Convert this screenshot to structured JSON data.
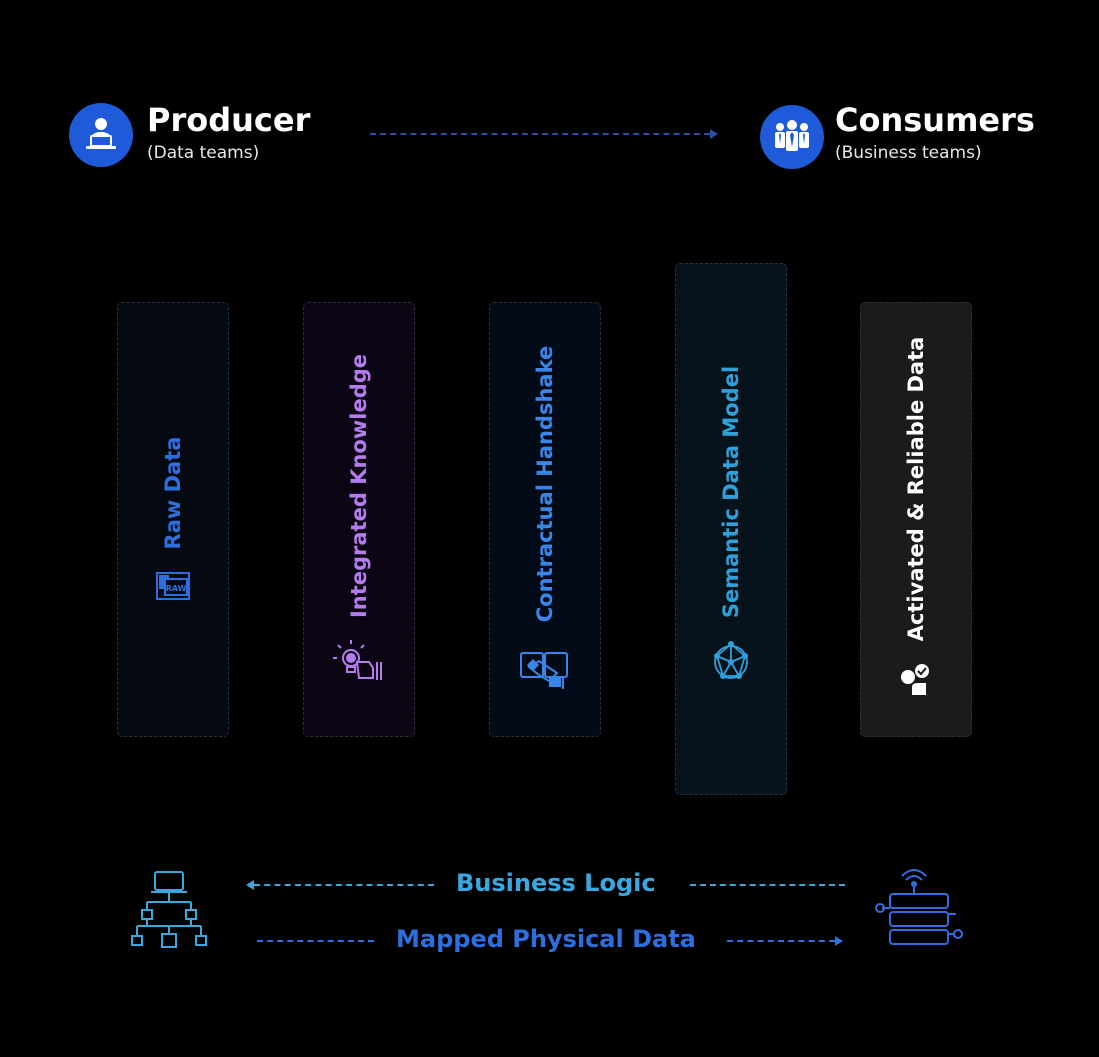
{
  "producer": {
    "title": "Producer",
    "subtitle": "(Data teams)"
  },
  "consumers": {
    "title": "Consumers",
    "subtitle": "(Business teams)"
  },
  "stages": [
    {
      "label": "Raw Data",
      "color": "#2e6fe0",
      "icon": "raw-file-icon"
    },
    {
      "label": "Integrated Knowledge",
      "color": "#b47cf0",
      "icon": "lightbulb-hand-icon"
    },
    {
      "label": "Contractual Handshake",
      "color": "#3a86e8",
      "icon": "handshake-icon"
    },
    {
      "label": "Semantic Data Model",
      "color": "#2ea0dc",
      "icon": "network-globe-icon"
    },
    {
      "label": "Activated & Reliable Data",
      "color": "#ffffff",
      "icon": "user-check-icon"
    }
  ],
  "flows": {
    "business_logic": {
      "label": "Business Logic",
      "color": "#3aa8e0"
    },
    "mapped_physical_data": {
      "label": "Mapped Physical Data",
      "color": "#2e6fe0"
    }
  },
  "colors": {
    "accent": "#1f5ad8",
    "background": "#000000"
  }
}
